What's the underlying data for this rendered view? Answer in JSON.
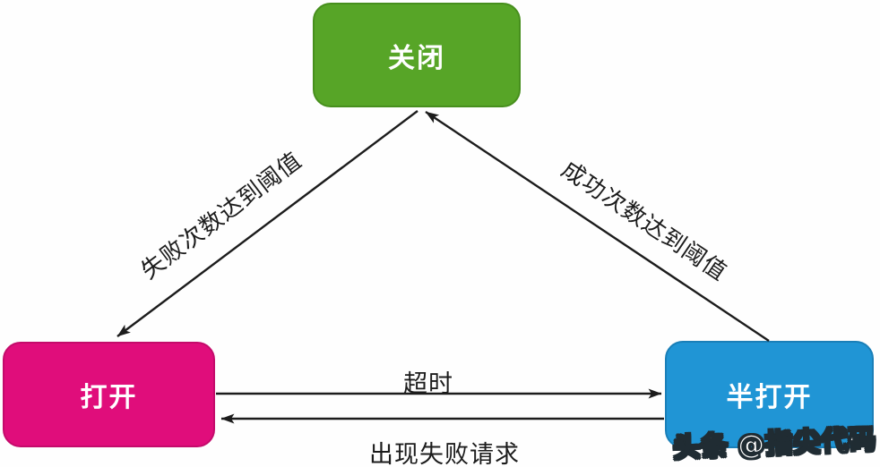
{
  "diagram": {
    "type": "state-diagram",
    "nodes": [
      {
        "id": "closed",
        "label": "关闭",
        "color": "#57a527"
      },
      {
        "id": "open",
        "label": "打开",
        "color": "#e00d7b"
      },
      {
        "id": "half_open",
        "label": "半打开",
        "color": "#2095d5"
      }
    ],
    "edges": [
      {
        "from": "closed",
        "to": "open",
        "label": "失败次数达到阈值"
      },
      {
        "from": "half_open",
        "to": "closed",
        "label": "成功次数达到阈值"
      },
      {
        "from": "open",
        "to": "half_open",
        "label": "超时"
      },
      {
        "from": "half_open",
        "to": "open",
        "label": "出现失败请求"
      }
    ],
    "line_color": "#1c1c1c"
  },
  "watermark": {
    "logo": "头条",
    "handle": "@指尖代码"
  }
}
